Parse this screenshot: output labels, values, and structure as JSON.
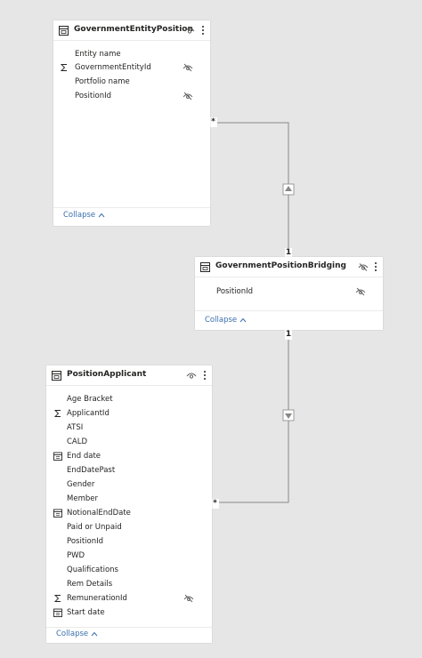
{
  "tables": {
    "government_entity_position": {
      "title": "GovernmentEntityPosition",
      "fields": [
        {
          "name": "Entity name",
          "type": "text",
          "hidden": false
        },
        {
          "name": "GovernmentEntityId",
          "type": "sum",
          "hidden": true
        },
        {
          "name": "Portfolio name",
          "type": "text",
          "hidden": false
        },
        {
          "name": "PositionId",
          "type": "text",
          "hidden": true
        }
      ],
      "collapse_label": "Collapse"
    },
    "government_position_bridging": {
      "title": "GovernmentPositionBridging",
      "fields": [
        {
          "name": "PositionId",
          "type": "text",
          "hidden": true
        }
      ],
      "collapse_label": "Collapse"
    },
    "position_applicant": {
      "title": "PositionApplicant",
      "fields": [
        {
          "name": "Age Bracket",
          "type": "text",
          "hidden": false
        },
        {
          "name": "ApplicantId",
          "type": "sum",
          "hidden": false
        },
        {
          "name": "ATSI",
          "type": "text",
          "hidden": false
        },
        {
          "name": "CALD",
          "type": "text",
          "hidden": false
        },
        {
          "name": "End date",
          "type": "date",
          "hidden": false
        },
        {
          "name": "EndDatePast",
          "type": "text",
          "hidden": false
        },
        {
          "name": "Gender",
          "type": "text",
          "hidden": false
        },
        {
          "name": "Member",
          "type": "text",
          "hidden": false
        },
        {
          "name": "NotionalEndDate",
          "type": "date",
          "hidden": false
        },
        {
          "name": "Paid or Unpaid",
          "type": "text",
          "hidden": false
        },
        {
          "name": "PositionId",
          "type": "text",
          "hidden": false
        },
        {
          "name": "PWD",
          "type": "text",
          "hidden": false
        },
        {
          "name": "Qualifications",
          "type": "text",
          "hidden": false
        },
        {
          "name": "Rem Details",
          "type": "text",
          "hidden": false
        },
        {
          "name": "RemunerationId",
          "type": "sum",
          "hidden": true
        },
        {
          "name": "Start date",
          "type": "date",
          "hidden": false
        }
      ],
      "collapse_label": "Collapse"
    }
  },
  "relationships": {
    "entity_to_bridge": {
      "many": "*",
      "one": "1"
    },
    "bridge_to_applicant": {
      "one": "1",
      "many": "*"
    }
  },
  "colors": {
    "canvas": "#e6e6e6",
    "card": "#ffffff",
    "line": "#8a8886",
    "link": "#3a6fae",
    "text": "#252423"
  },
  "icons": {
    "table": "table-icon",
    "visibility": "eye-icon",
    "more": "more-options-icon",
    "hidden": "eye-slash-icon",
    "sum": "sigma-icon",
    "date": "calendar-icon",
    "collapse": "chevron-up-icon"
  }
}
